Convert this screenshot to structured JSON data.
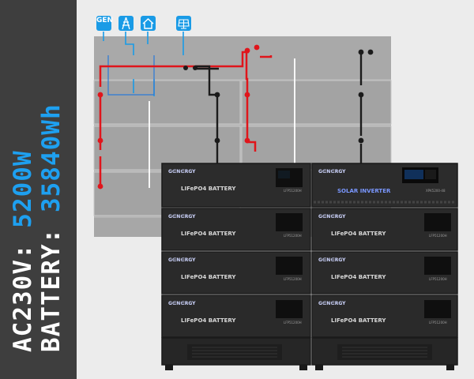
{
  "headline": {
    "line1_label": "AC230V: ",
    "line1_value": "5200W",
    "line2_label": "BATTERY: ",
    "line2_value": "35840Wh"
  },
  "icons": {
    "generator": "GEN",
    "grid": "grid-tower-icon",
    "house": "house-icon",
    "solar": "solar-panel-icon"
  },
  "units": {
    "brand": "GENERGY",
    "battery_label": "LIFePO4 BATTERY",
    "inverter_label": "SOLAR INVERTER"
  },
  "colors": {
    "accent": "#1ea0f0",
    "band": "#3e3e3e",
    "positive_cable": "#e0151b",
    "negative_cable": "#111111"
  }
}
